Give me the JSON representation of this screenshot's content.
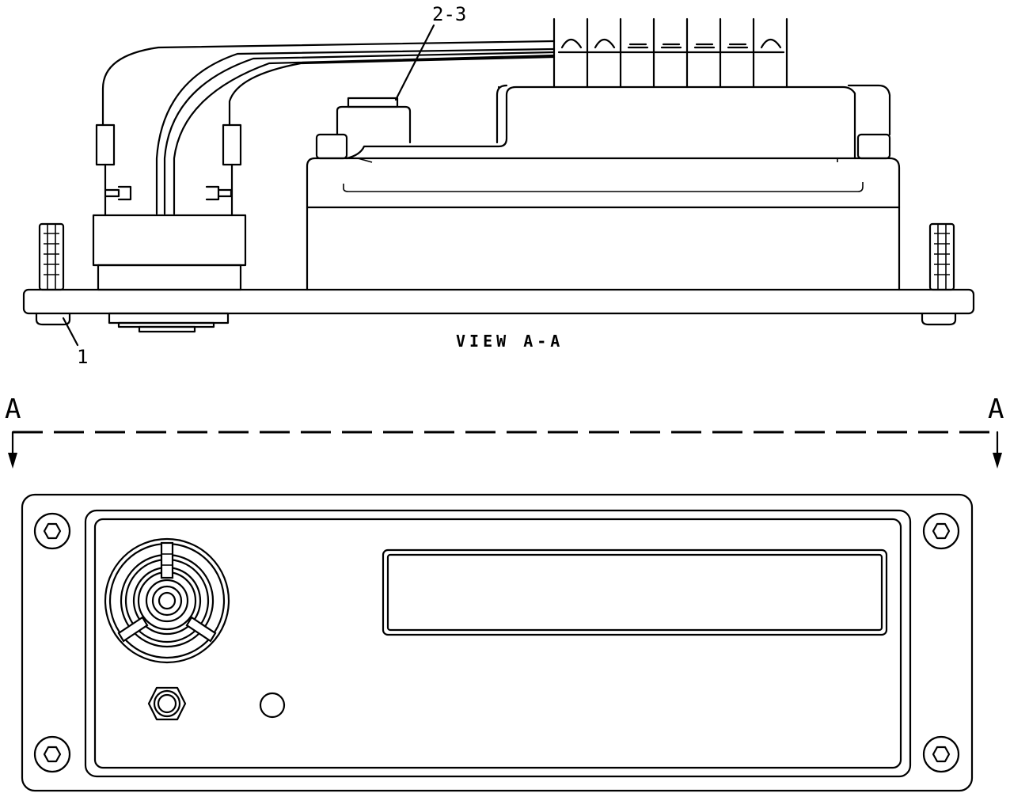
{
  "labels": {
    "callout_2_3": "2-3",
    "callout_1": "1",
    "view_title": "VIEW A-A",
    "section_left": "A",
    "section_right": "A"
  }
}
